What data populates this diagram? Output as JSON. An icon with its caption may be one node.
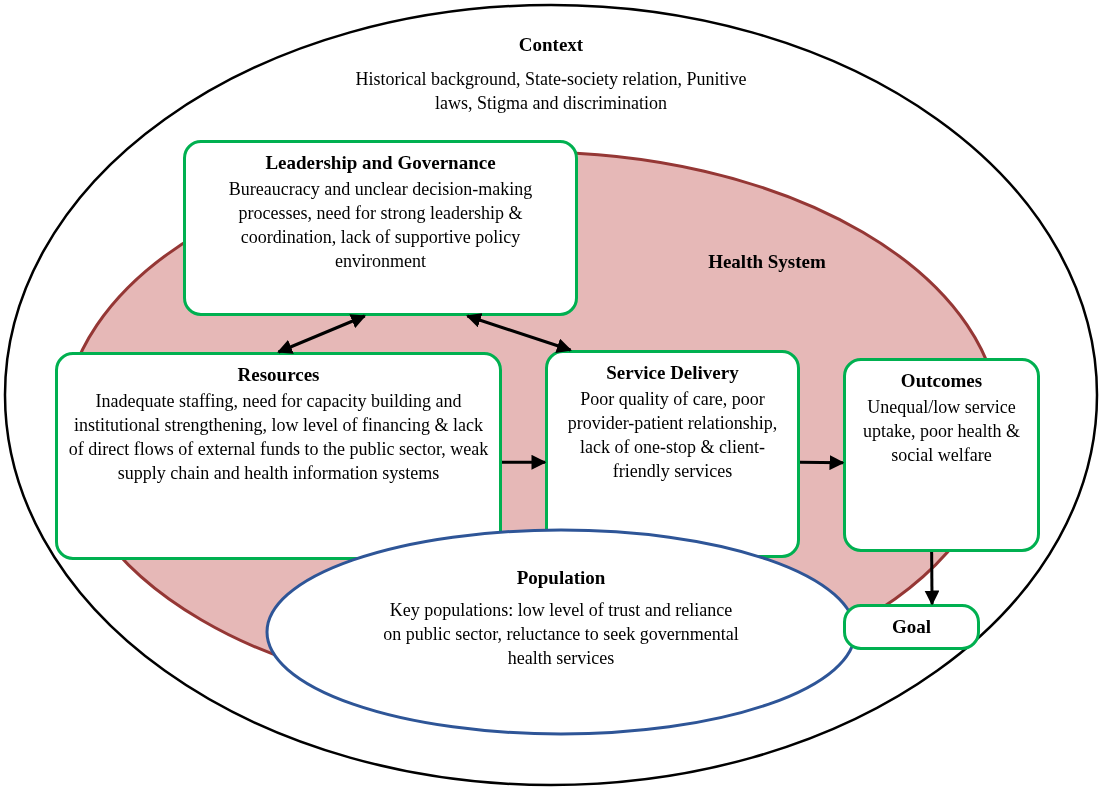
{
  "diagram": {
    "nodes": [
      {
        "text": [
          "Context",
          "Historical background, State-society relation, Punitive laws, Stigma and discrimination"
        ]
      },
      {
        "text": [
          "Health System"
        ],
        "in": 0
      },
      {
        "text": [
          "Leadership and Governance",
          "Bureaucracy and unclear decision-making processes, need for strong leadership & coordination, lack of supportive policy environment"
        ],
        "in": 0
      },
      {
        "text": [
          "Resources",
          "Inadequate staffing, need for capacity building and institutional strengthening, low level of financing & lack of direct flows of external funds to the public sector, weak supply chain and health information systems"
        ],
        "in": 1
      },
      {
        "text": [
          "Service Delivery",
          "Poor quality of care, poor provider-patient relationship, lack of one-stop & client-friendly services"
        ],
        "in": 1
      },
      {
        "text": [
          "Population",
          "Key populations: low level of trust and reliance on public sector, reluctance to seek governmental health services"
        ],
        "in": 0
      },
      {
        "text": [
          "Outcomes",
          "Unequal/low service uptake, poor health & social welfare"
        ],
        "in": 0
      },
      {
        "text": [
          "Goal"
        ],
        "in": 0
      }
    ],
    "edges": [
      {
        "from": 2,
        "to": 3,
        "arrow": "both"
      },
      {
        "from": 2,
        "to": 4,
        "arrow": "both"
      },
      {
        "from": 3,
        "to": 4,
        "arrow": "to"
      },
      {
        "from": 4,
        "to": 6,
        "arrow": "to"
      },
      {
        "from": 6,
        "to": 7,
        "arrow": "to"
      }
    ]
  }
}
